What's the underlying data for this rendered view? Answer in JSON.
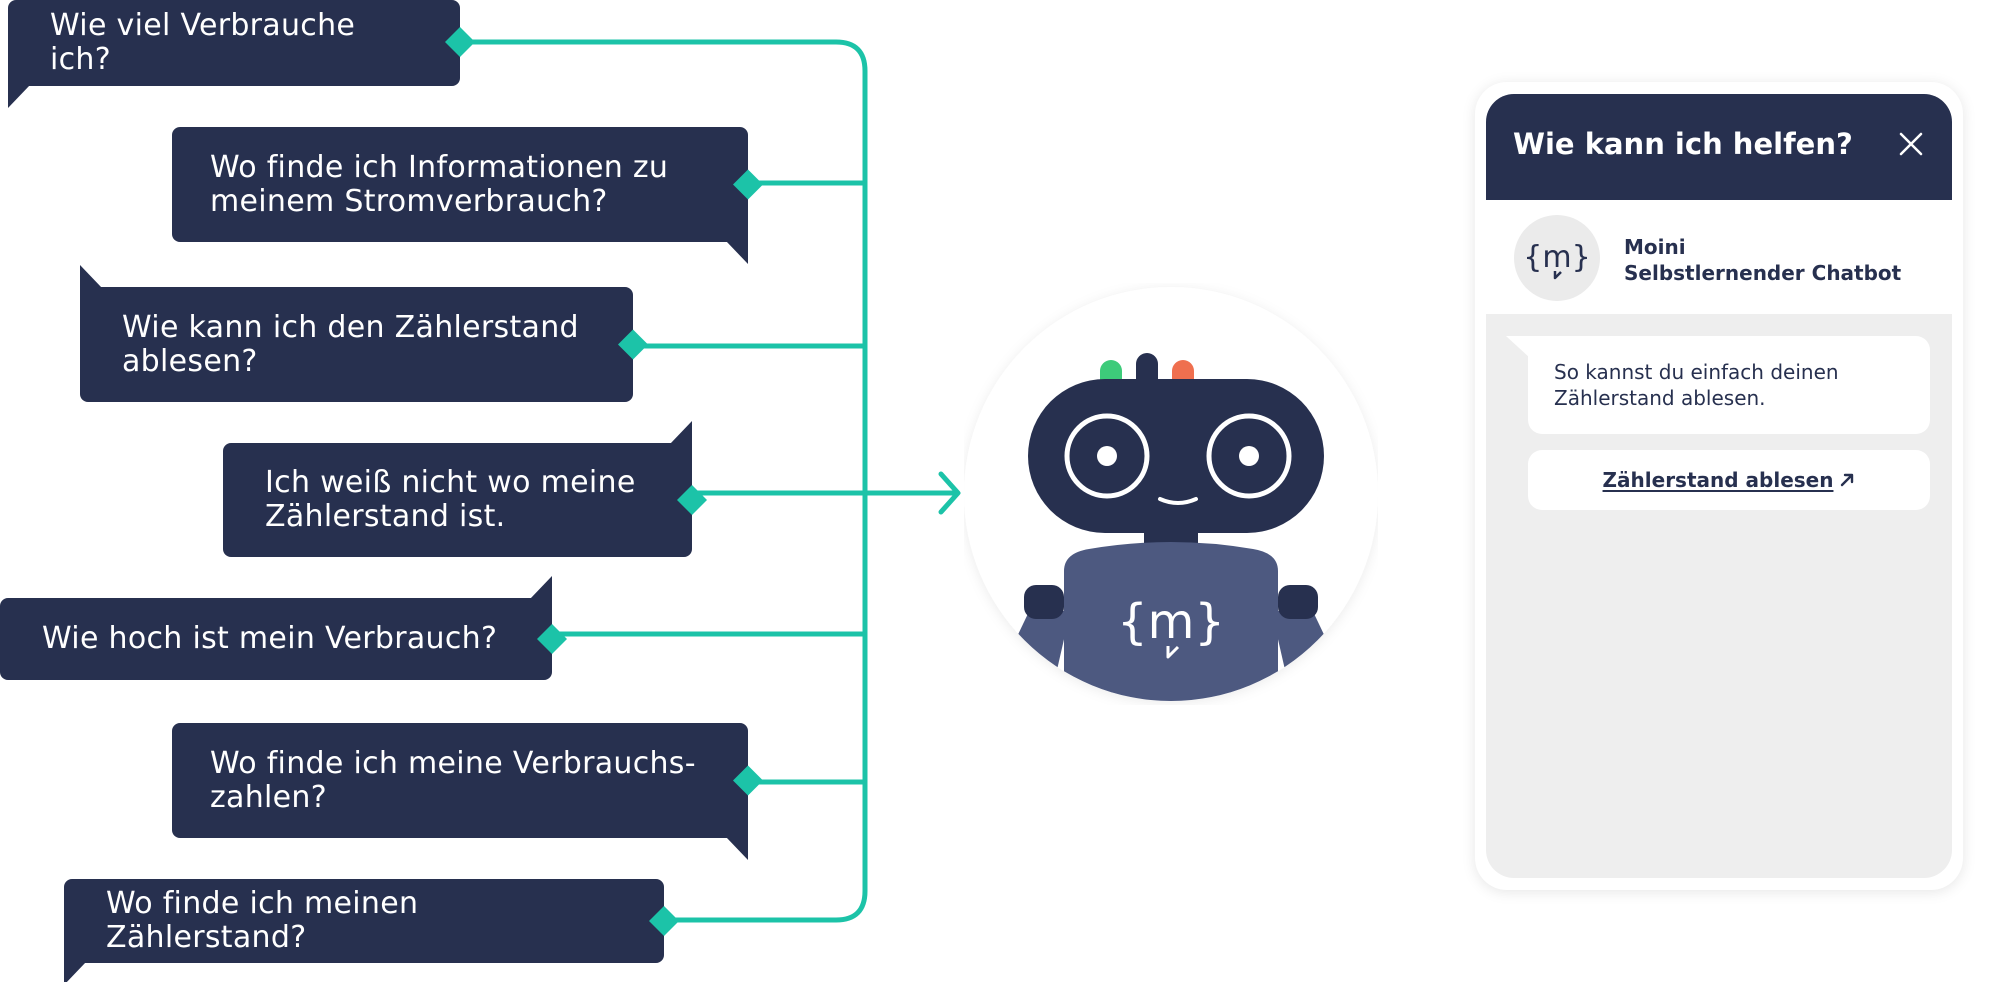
{
  "questions": [
    "Wie viel Verbrauche ich?",
    "Wo finde ich Informationen zu meinem Stromverbrauch?",
    "Wie kann ich den Zählerstand ablesen?",
    "Ich weiß nicht wo meine Zählerstand ist.",
    "Wie hoch ist mein Verbrauch?",
    "Wo finde ich meine Verbrauchs-zahlen?",
    "Wo finde ich meinen Zählerstand?"
  ],
  "robot": {
    "shirt_logo": "{m}"
  },
  "chat_widget": {
    "title": "Wie kann ich helfen?",
    "avatar_logo": "{m}",
    "bot_name": "Moini",
    "bot_subtitle": "Selbstlernender Chatbot",
    "message": "So kannst du einfach deinen Zählerstand ablesen.",
    "link_label": "Zählerstand ablesen"
  },
  "colors": {
    "navy": "#27304f",
    "teal": "#1cc3a8",
    "shirt": "#4d5980",
    "antenna_green": "#3dcb7a",
    "antenna_orange": "#ef6f4f",
    "panel_gray": "#eeeeee"
  }
}
